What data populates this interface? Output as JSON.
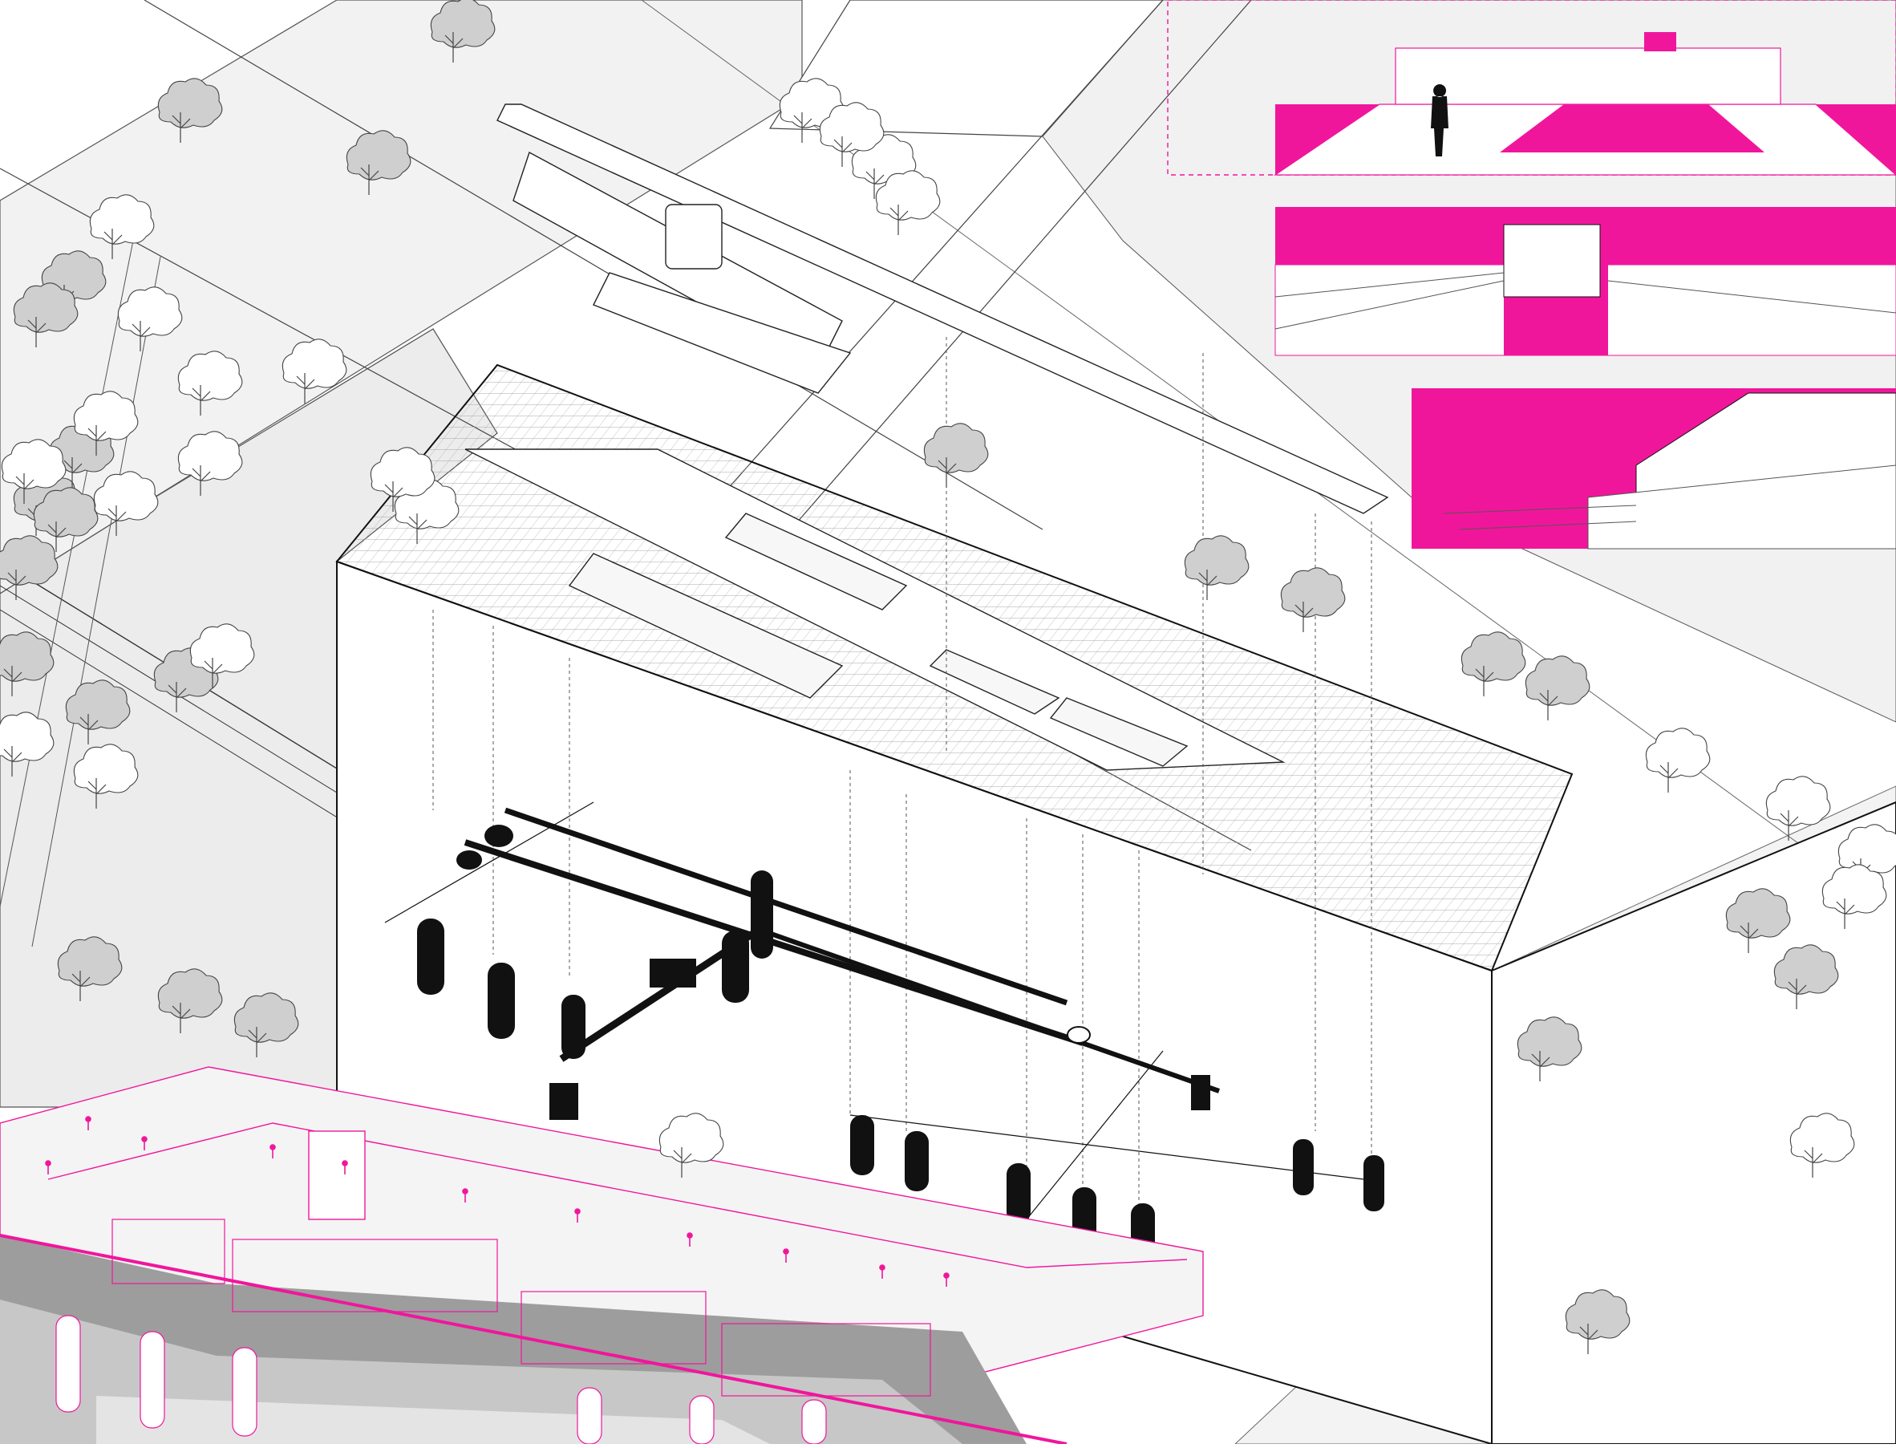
{
  "drawing": {
    "type": "exploded axonometric architectural diagram",
    "labels": []
  },
  "colors": {
    "accent": "#f0169c",
    "ink": "#111111",
    "ground": "#e9e9e9",
    "ground_light": "#f3f3f3",
    "section_dark": "#9a9a9a",
    "section_mid": "#c4c4c4",
    "line": "#555555"
  },
  "icons": [
    "tree-icon",
    "person-silhouette-icon"
  ],
  "vignettes": [
    "perspective-view-1",
    "perspective-view-2",
    "perspective-view-3"
  ]
}
